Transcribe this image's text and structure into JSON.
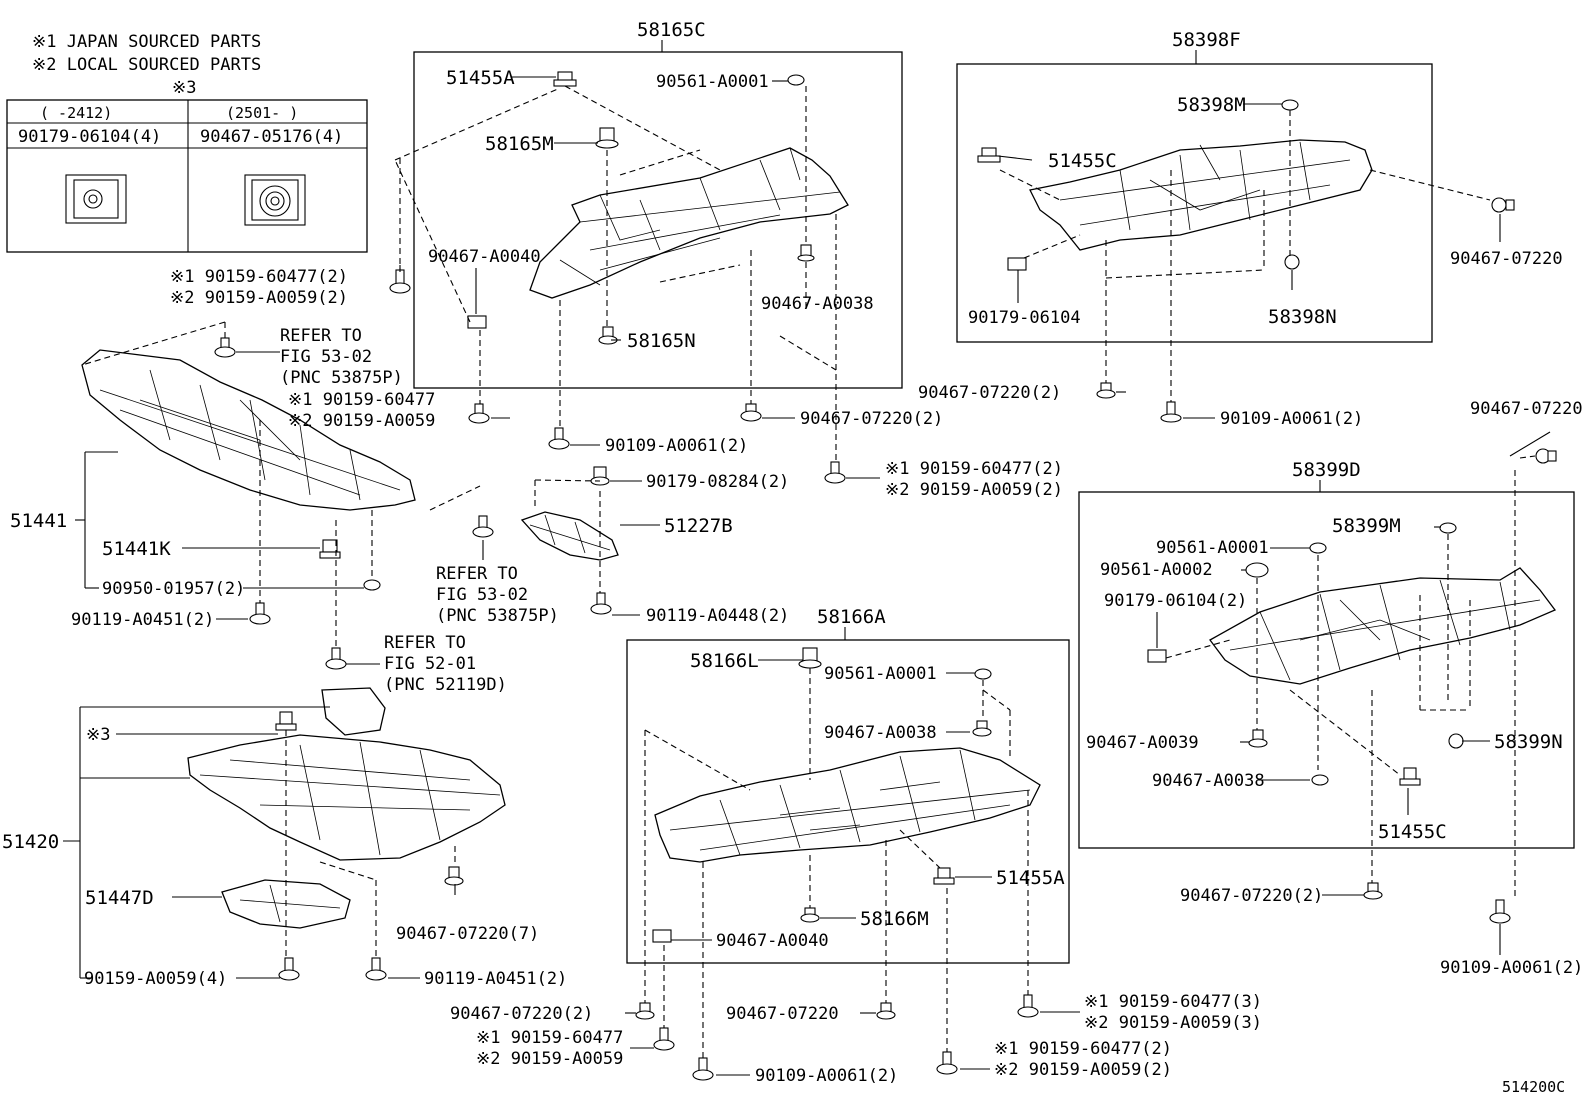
{
  "legend": {
    "note1": "※1 JAPAN SOURCED PARTS",
    "note2": "※2 LOCAL SOURCED PARTS",
    "note3": "※3",
    "col1_range": "(  -2412)",
    "col2_range": "(2501-  )",
    "col1_part": "90179-06104(4)",
    "col2_part": "90467-05176(4)"
  },
  "groups": {
    "g58165C": "58165C",
    "g58398F": "58398F",
    "g58399D": "58399D",
    "g58166A": "58166A"
  },
  "labels": {
    "l51455A_top": "51455A",
    "l90561_A0001_top": "90561-A0001",
    "l58165M": "58165M",
    "l90467_A0040_top": "90467-A0040",
    "l90467_A0038_top": "90467-A0038",
    "l58165N": "58165N",
    "l58398M": "58398M",
    "l51455C_top": "51455C",
    "l90467_07220_right": "90467-07220",
    "l90179_06104_mid": "90179-06104",
    "l58398N": "58398N",
    "l90467_07220_2_mid": "90467-07220(2)",
    "l90109_A0061_2_mid": "90109-A0061(2)",
    "l90467_07220_far": "90467-07220",
    "l_s1_60477_2_left": "※1 90159-60477(2)",
    "l_s2_A0059_2_left": "※2 90159-A0059(2)",
    "l_refer1": "REFER TO",
    "l_refer1_fig": "FIG 53-02",
    "l_refer1_pnc": "(PNC 53875P)",
    "l_s1_60477_a": "※1 90159-60477",
    "l_s2_A0059_a": "※2 90159-A0059",
    "l90467_07220_2_b": "90467-07220(2)",
    "l90109_A0061_2_b": "90109-A0061(2)",
    "l51441": "51441",
    "l51441K": "51441K",
    "l90950": "90950-01957(2)",
    "l90119_A0451_2_a": "90119-A0451(2)",
    "l90179_08284": "90179-08284(2)",
    "l51227B": "51227B",
    "l_s1_60477_2_c": "※1 90159-60477(2)",
    "l_s2_A0059_2_c": "※2 90159-A0059(2)",
    "l_refer2": "REFER TO",
    "l_refer2_fig": "FIG 53-02",
    "l_refer2_pnc": "(PNC 53875P)",
    "l90119_A0448": "90119-A0448(2)",
    "l_refer3": "REFER TO",
    "l_refer3_fig": "FIG 52-01",
    "l_refer3_pnc": "(PNC 52119D)",
    "l_star3": "※3",
    "l51420": "51420",
    "l51447D": "51447D",
    "l90467_07220_7": "90467-07220(7)",
    "l90159_A0059_4": "90159-A0059(4)",
    "l90119_A0451_2_b": "90119-A0451(2)",
    "l58166L": "58166L",
    "l90561_A0001_bot": "90561-A0001",
    "l90467_A0038_bot": "90467-A0038",
    "l51455A_bot": "51455A",
    "l58166M": "58166M",
    "l90467_A0040_bot": "90467-A0040",
    "l58399M": "58399M",
    "l90561_A0001_r": "90561-A0001",
    "l90561_A0002": "90561-A0002",
    "l90179_06104_2": "90179-06104(2)",
    "l90467_A0039": "90467-A0039",
    "l58399N": "58399N",
    "l90467_A0038_r": "90467-A0038",
    "l51455C_bot": "51455C",
    "l90467_07220_2_r": "90467-07220(2)",
    "l90109_A0061_2_r": "90109-A0061(2)",
    "l90467_07220_2_bot": "90467-07220(2)",
    "l_s1_60477_bot": "※1 90159-60477",
    "l_s2_A0059_bot": "※2 90159-A0059",
    "l90109_A0061_2_bot": "90109-A0061(2)",
    "l90467_07220_botmid": "90467-07220",
    "l_s1_60477_3": "※1 90159-60477(3)",
    "l_s2_A0059_3": "※2 90159-A0059(3)",
    "l_s1_60477_2_bot": "※1 90159-60477(2)",
    "l_s2_A0059_2_bot": "※2 90159-A0059(2)",
    "figure_code": "514200C"
  }
}
